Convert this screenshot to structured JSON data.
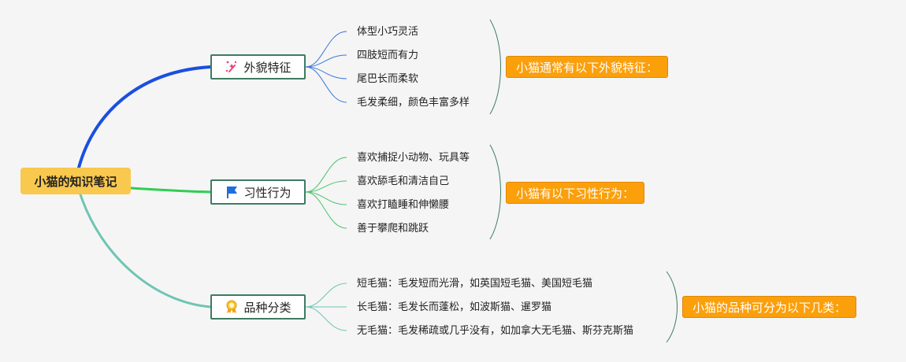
{
  "root": {
    "title": "小猫的知识笔记"
  },
  "branches": [
    {
      "title": "外貌特征",
      "icon": "sparkle-icon",
      "line_color": "#1a4fe0",
      "leaves": [
        "体型小巧灵活",
        "四肢短而有力",
        "尾巴长而柔软",
        "毛发柔细，颜色丰富多样"
      ],
      "summary": "小猫通常有以下外貌特征："
    },
    {
      "title": "习性行为",
      "icon": "flag-icon",
      "line_color": "#2fce52",
      "leaves": [
        "喜欢捕捉小动物、玩具等",
        "喜欢舔毛和清洁自己",
        "喜欢打瞌睡和伸懒腰",
        "善于攀爬和跳跃"
      ],
      "summary": "小猫有以下习性行为："
    },
    {
      "title": "品种分类",
      "icon": "medal-icon",
      "line_color": "#6ec5b3",
      "leaves": [
        "短毛猫：毛发短而光滑，如英国短毛猫、美国短毛猫",
        "长毛猫：毛发长而蓬松，如波斯猫、暹罗猫",
        "无毛猫：毛发稀疏或几乎没有，如加拿大无毛猫、斯芬克斯猫"
      ],
      "summary": "小猫的品种可分为以下几类："
    }
  ],
  "colors": {
    "branch_border": "#3e7b62",
    "root_fill": "#f9c84e",
    "summary_fill": "#fb9f0b",
    "leaf_connector_1": "#3d79d8",
    "leaf_connector_2": "#4cc26b",
    "leaf_connector_3": "#6ec5b3"
  }
}
